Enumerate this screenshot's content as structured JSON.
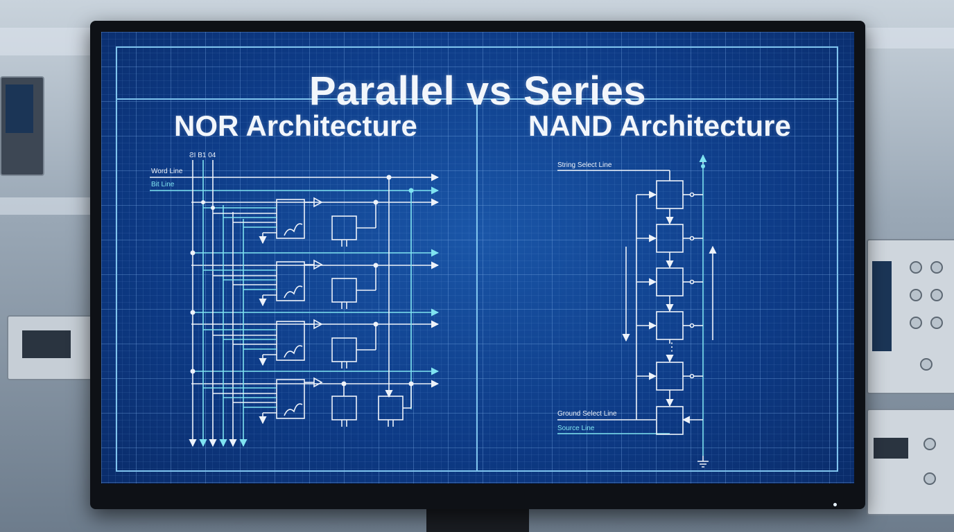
{
  "title": "Parallel vs Series",
  "nor": {
    "title": "NOR Architecture",
    "bus_labels": "ƧI  B1  04",
    "word_line": "Word Line",
    "bit_line": "Bit Line"
  },
  "nand": {
    "title": "NAND Architecture",
    "string_select": "String Select Line",
    "ground_select": "Ground Select Line",
    "source_line": "Source Line",
    "ellipsis": "⋮"
  },
  "colors": {
    "screen": "#0f3b88",
    "line_white": "#eef3fa",
    "line_cyan": "#7fe3f0"
  }
}
